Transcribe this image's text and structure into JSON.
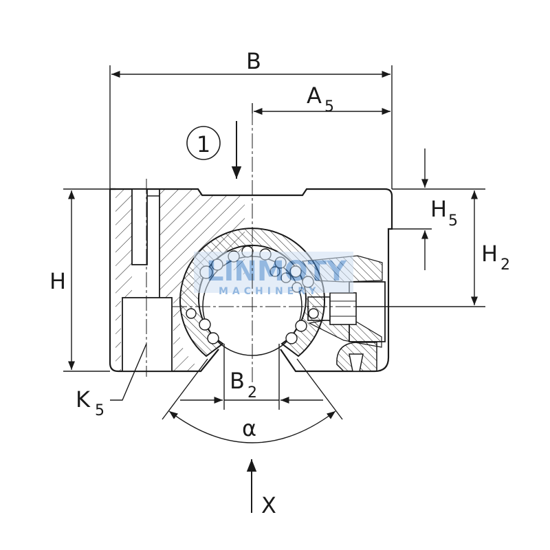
{
  "labels": {
    "B": "B",
    "A5_main": "A",
    "A5_sub": "5",
    "H": "H",
    "H5_main": "H",
    "H5_sub": "5",
    "H2_main": "H",
    "H2_sub": "2",
    "B2_main": "B",
    "B2_sub": "2",
    "K5_main": "K",
    "K5_sub": "5",
    "alpha": "α",
    "X": "X",
    "callout": "1"
  },
  "watermark": {
    "top": "LINMOTY",
    "bottom": "MACHINERY"
  },
  "colors": {
    "line": "#1a1a1a",
    "watermark": "#3d7fc7"
  }
}
